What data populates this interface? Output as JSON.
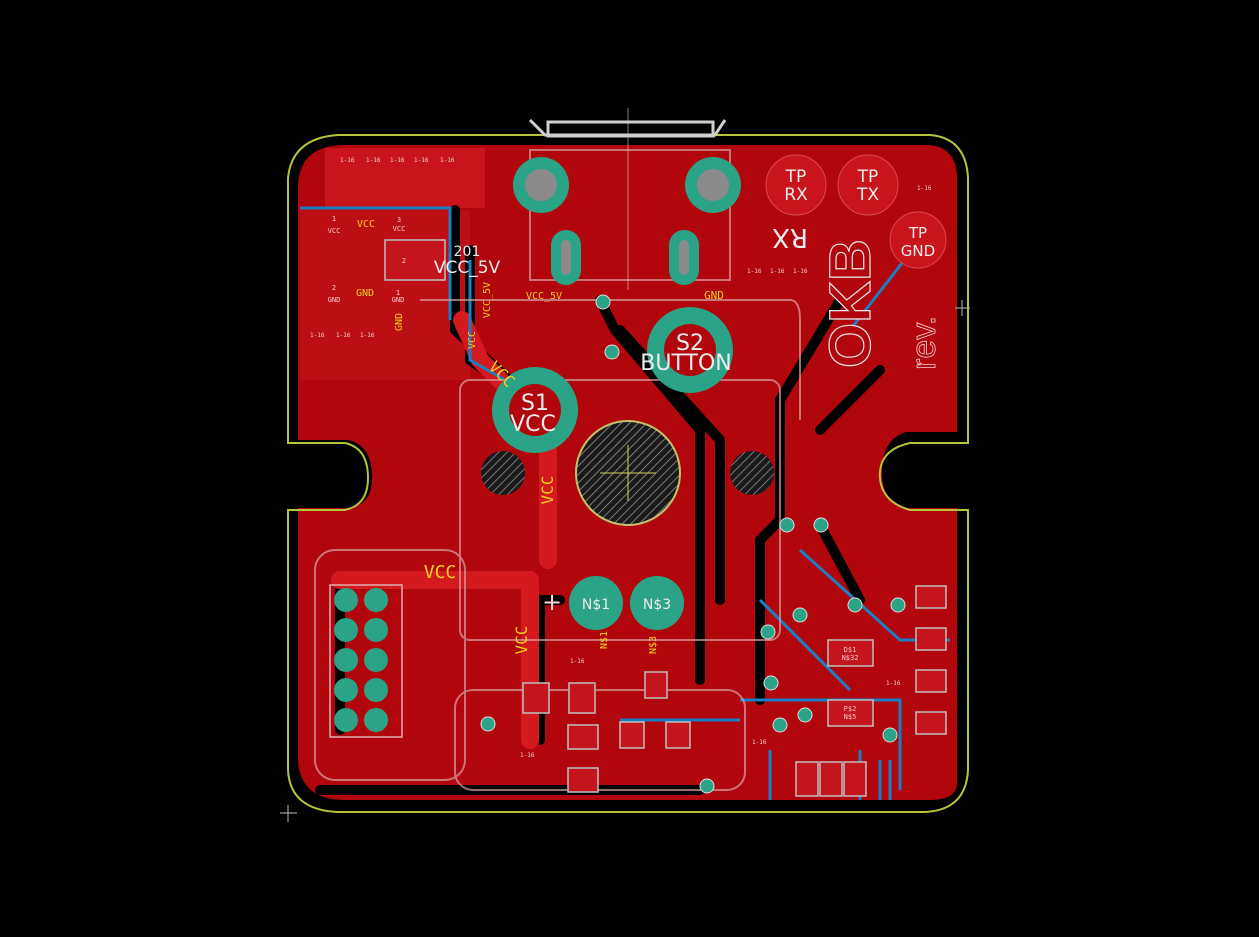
{
  "colors": {
    "background": "#000000",
    "copper_top": "#b0060c",
    "copper_bright": "#d41a1f",
    "copper_bottom": "#1b7fc4",
    "pad": "#2aa386",
    "silkscreen": "#d9d9d9",
    "outline": "#b8c33a",
    "label_yellow": "#f0d21e"
  },
  "silk": {
    "tp_rx_1": "TP",
    "tp_rx_2": "RX",
    "tp_tx_1": "TP",
    "tp_tx_2": "TX",
    "tp_gnd_1": "TP",
    "tp_gnd_2": "GND",
    "rx": "RX",
    "logo": "OKB",
    "rev": "rev.",
    "s1": "S1",
    "s1_net": "VCC",
    "s2": "S2",
    "button": "BUTTON",
    "vcc_5v_label": "VCC_5V",
    "c201": "201",
    "n1": "N$1",
    "n3": "N$3"
  },
  "nets": {
    "vcc": "VCC",
    "gnd": "GND",
    "vcc_5v": "VCC_5V",
    "ns1": "N$1",
    "ns3": "N$3",
    "ns32": "N$32",
    "ns5": "N$5",
    "d1": "D$1",
    "p2": "P$2",
    "pin1": "1",
    "pin2": "2",
    "pin3": "3"
  },
  "via_label": "1-16"
}
